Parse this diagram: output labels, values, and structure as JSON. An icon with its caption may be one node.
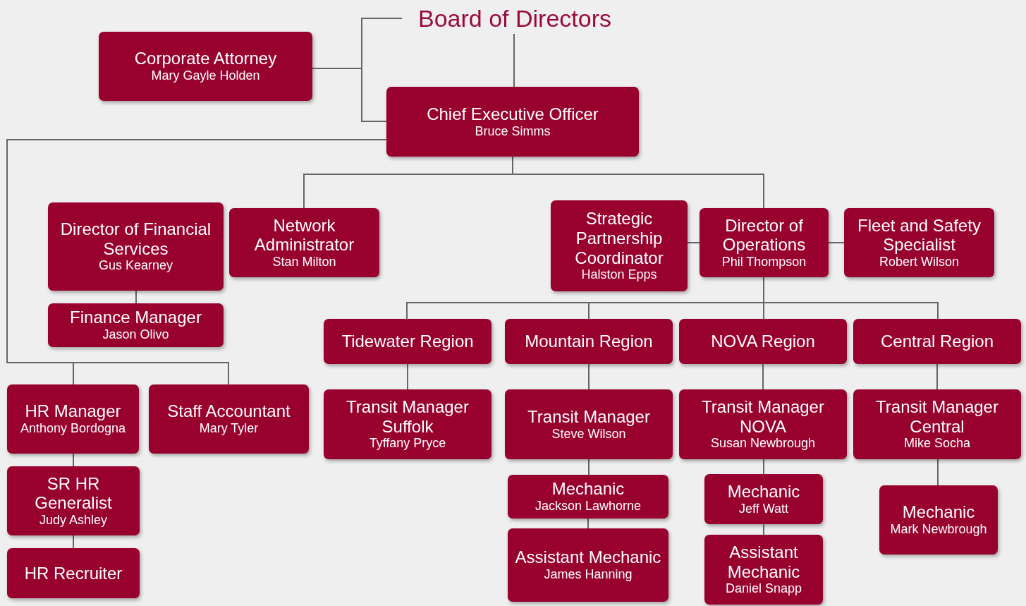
{
  "diagram": {
    "nodes": [
      {
        "text": [
          "Board of Directors"
        ]
      },
      {
        "text": [
          "Corporate Attorney",
          "Mary Gayle Holden"
        ]
      },
      {
        "text": [
          "Chief Executive Officer",
          "Bruce Simms"
        ]
      },
      {
        "text": [
          "Director of Financial Services",
          "Gus Kearney"
        ]
      },
      {
        "text": [
          "Network Administrator",
          "Stan Milton"
        ]
      },
      {
        "text": [
          "Strategic Partnership Coordinator",
          "Halston Epps"
        ]
      },
      {
        "text": [
          "Director of Operations",
          "Phil Thompson"
        ]
      },
      {
        "text": [
          "Fleet and Safety Specialist",
          "Robert Wilson"
        ]
      },
      {
        "text": [
          "Finance Manager",
          "Jason Olivo"
        ]
      },
      {
        "text": [
          "Tidewater Region"
        ]
      },
      {
        "text": [
          "Mountain Region"
        ]
      },
      {
        "text": [
          "NOVA Region"
        ]
      },
      {
        "text": [
          "Central Region"
        ]
      },
      {
        "text": [
          "HR Manager",
          "Anthony Bordogna"
        ]
      },
      {
        "text": [
          "Staff Accountant",
          "Mary Tyler"
        ]
      },
      {
        "text": [
          "Transit Manager Suffolk",
          "Tyffany Pryce"
        ]
      },
      {
        "text": [
          "Transit Manager",
          "Steve Wilson"
        ]
      },
      {
        "text": [
          "Transit Manager NOVA",
          "Susan Newbrough"
        ]
      },
      {
        "text": [
          "Transit Manager Central",
          "Mike Socha"
        ]
      },
      {
        "text": [
          "SR HR Generalist",
          "Judy Ashley"
        ]
      },
      {
        "text": [
          "Mechanic",
          "Jackson Lawhorne"
        ]
      },
      {
        "text": [
          "Mechanic",
          "Jeff Watt"
        ]
      },
      {
        "text": [
          "Mechanic",
          "Mark Newbrough"
        ]
      },
      {
        "text": [
          "HR Recruiter"
        ]
      },
      {
        "text": [
          "Assistant Mechanic",
          "James Hanning"
        ]
      },
      {
        "text": [
          "Assistant Mechanic",
          "Daniel Snapp"
        ]
      }
    ],
    "edges": [
      {
        "from": 0,
        "to": 2,
        "arrow": "none"
      },
      {
        "from": 0,
        "to": 1,
        "arrow": "none"
      },
      {
        "from": 2,
        "to": 1,
        "arrow": "none"
      },
      {
        "from": 2,
        "to": 13,
        "arrow": "none"
      },
      {
        "from": 2,
        "to": 14,
        "arrow": "none"
      },
      {
        "from": 2,
        "to": 4,
        "arrow": "none"
      },
      {
        "from": 2,
        "to": 6,
        "arrow": "none"
      },
      {
        "from": 3,
        "to": 8,
        "arrow": "none"
      },
      {
        "from": 6,
        "to": 5,
        "arrow": "none"
      },
      {
        "from": 6,
        "to": 7,
        "arrow": "none"
      },
      {
        "from": 6,
        "to": 9,
        "arrow": "none"
      },
      {
        "from": 6,
        "to": 10,
        "arrow": "none"
      },
      {
        "from": 6,
        "to": 11,
        "arrow": "none"
      },
      {
        "from": 6,
        "to": 12,
        "arrow": "none"
      },
      {
        "from": 9,
        "to": 15,
        "arrow": "none"
      },
      {
        "from": 10,
        "to": 16,
        "arrow": "none"
      },
      {
        "from": 11,
        "to": 17,
        "arrow": "none"
      },
      {
        "from": 12,
        "to": 18,
        "arrow": "none"
      },
      {
        "from": 16,
        "to": 20,
        "arrow": "none"
      },
      {
        "from": 20,
        "to": 24,
        "arrow": "none"
      },
      {
        "from": 17,
        "to": 21,
        "arrow": "none"
      },
      {
        "from": 21,
        "to": 25,
        "arrow": "none"
      },
      {
        "from": 18,
        "to": 22,
        "arrow": "none"
      },
      {
        "from": 13,
        "to": 19,
        "arrow": "none"
      },
      {
        "from": 19,
        "to": 23,
        "arrow": "none"
      }
    ]
  }
}
